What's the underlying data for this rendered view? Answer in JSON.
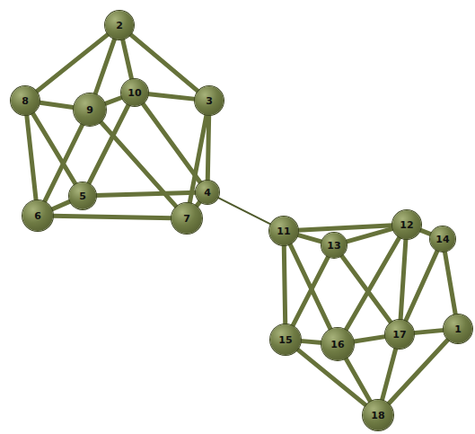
{
  "diagram": {
    "nodes": [
      {
        "text": [
          "2"
        ]
      },
      {
        "text": [
          "8"
        ]
      },
      {
        "text": [
          "10"
        ]
      },
      {
        "text": [
          "9"
        ]
      },
      {
        "text": [
          "3"
        ]
      },
      {
        "text": [
          "5"
        ]
      },
      {
        "text": [
          "4"
        ]
      },
      {
        "text": [
          "6"
        ]
      },
      {
        "text": [
          "7"
        ]
      },
      {
        "text": [
          "12"
        ]
      },
      {
        "text": [
          "11"
        ]
      },
      {
        "text": [
          "14"
        ]
      },
      {
        "text": [
          "13"
        ]
      },
      {
        "text": [
          "17"
        ]
      },
      {
        "text": [
          "1"
        ]
      },
      {
        "text": [
          "15"
        ]
      },
      {
        "text": [
          "16"
        ]
      },
      {
        "text": [
          "18"
        ]
      }
    ],
    "edges": [
      {
        "from": 0,
        "to": 1,
        "arrow": "none"
      },
      {
        "from": 0,
        "to": 3,
        "arrow": "none"
      },
      {
        "from": 0,
        "to": 2,
        "arrow": "none"
      },
      {
        "from": 0,
        "to": 4,
        "arrow": "none"
      },
      {
        "from": 1,
        "to": 3,
        "arrow": "none"
      },
      {
        "from": 3,
        "to": 2,
        "arrow": "none"
      },
      {
        "from": 2,
        "to": 4,
        "arrow": "none"
      },
      {
        "from": 1,
        "to": 7,
        "arrow": "none"
      },
      {
        "from": 1,
        "to": 5,
        "arrow": "none"
      },
      {
        "from": 3,
        "to": 7,
        "arrow": "none"
      },
      {
        "from": 3,
        "to": 8,
        "arrow": "none"
      },
      {
        "from": 2,
        "to": 5,
        "arrow": "none"
      },
      {
        "from": 2,
        "to": 6,
        "arrow": "none"
      },
      {
        "from": 4,
        "to": 8,
        "arrow": "none"
      },
      {
        "from": 4,
        "to": 6,
        "arrow": "none"
      },
      {
        "from": 7,
        "to": 5,
        "arrow": "none"
      },
      {
        "from": 7,
        "to": 8,
        "arrow": "none"
      },
      {
        "from": 5,
        "to": 6,
        "arrow": "none"
      },
      {
        "from": 8,
        "to": 6,
        "arrow": "none"
      },
      {
        "from": 6,
        "to": 10,
        "arrow": "none"
      },
      {
        "from": 10,
        "to": 12,
        "arrow": "none"
      },
      {
        "from": 10,
        "to": 9,
        "arrow": "none"
      },
      {
        "from": 12,
        "to": 9,
        "arrow": "none"
      },
      {
        "from": 9,
        "to": 11,
        "arrow": "none"
      },
      {
        "from": 10,
        "to": 15,
        "arrow": "none"
      },
      {
        "from": 10,
        "to": 16,
        "arrow": "none"
      },
      {
        "from": 12,
        "to": 15,
        "arrow": "none"
      },
      {
        "from": 12,
        "to": 13,
        "arrow": "none"
      },
      {
        "from": 9,
        "to": 13,
        "arrow": "none"
      },
      {
        "from": 9,
        "to": 16,
        "arrow": "none"
      },
      {
        "from": 11,
        "to": 14,
        "arrow": "none"
      },
      {
        "from": 11,
        "to": 13,
        "arrow": "none"
      },
      {
        "from": 15,
        "to": 16,
        "arrow": "none"
      },
      {
        "from": 16,
        "to": 13,
        "arrow": "none"
      },
      {
        "from": 13,
        "to": 14,
        "arrow": "none"
      },
      {
        "from": 15,
        "to": 17,
        "arrow": "none"
      },
      {
        "from": 16,
        "to": 17,
        "arrow": "none"
      },
      {
        "from": 13,
        "to": 17,
        "arrow": "none"
      },
      {
        "from": 14,
        "to": 17,
        "arrow": "none"
      }
    ]
  }
}
